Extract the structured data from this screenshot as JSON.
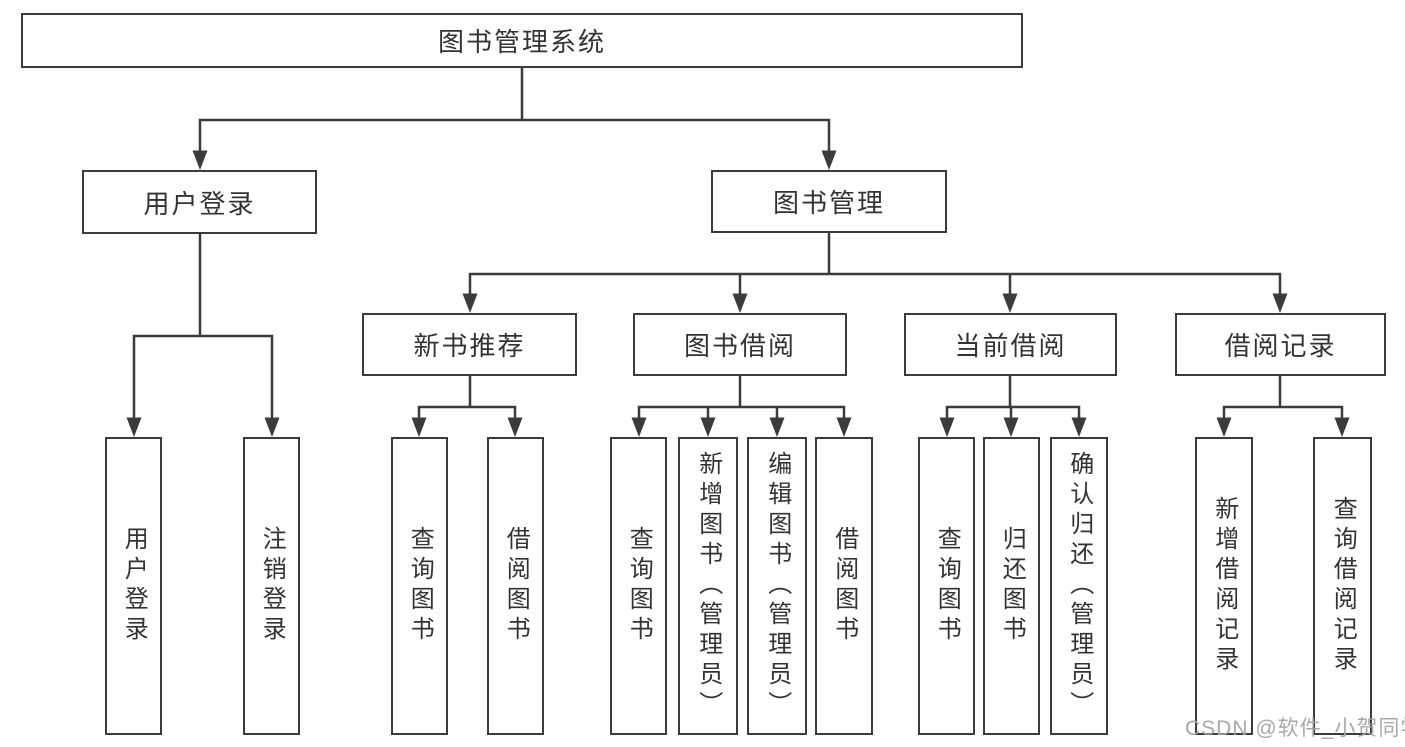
{
  "tree": {
    "label": "图书管理系统",
    "children": [
      {
        "label": "用户登录",
        "children": [
          {
            "label": "用户登录"
          },
          {
            "label": "注销登录"
          }
        ]
      },
      {
        "label": "图书管理",
        "children": [
          {
            "label": "新书推荐",
            "children": [
              {
                "label": "查询图书"
              },
              {
                "label": "借阅图书"
              }
            ]
          },
          {
            "label": "图书借阅",
            "children": [
              {
                "label": "查询图书"
              },
              {
                "label": "新增图书（管理员）"
              },
              {
                "label": "编辑图书（管理员）"
              },
              {
                "label": "借阅图书"
              }
            ]
          },
          {
            "label": "当前借阅",
            "children": [
              {
                "label": "查询图书"
              },
              {
                "label": "归还图书"
              },
              {
                "label": "确认归还（管理员）"
              }
            ]
          },
          {
            "label": "借阅记录",
            "children": [
              {
                "label": "新增借阅记录"
              },
              {
                "label": "查询借阅记录"
              }
            ]
          }
        ]
      }
    ]
  },
  "watermark": {
    "text": "CSDN @软件_小贺同学"
  },
  "colors": {
    "line": "#3b3b3b",
    "box_border": "#3b3b3b",
    "text": "#333333",
    "watermark_text": "#a4a4a4",
    "background": "#ffffff"
  }
}
